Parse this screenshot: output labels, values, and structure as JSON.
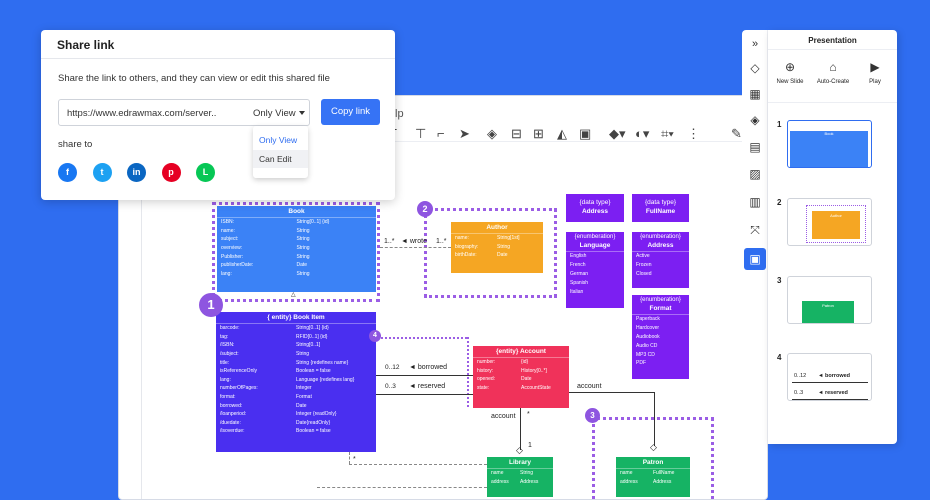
{
  "share": {
    "title": "Share link",
    "description": "Share the link to others, and they can view or edit this shared file",
    "url": "https://www.edrawmax.com/server..",
    "mode": "Only View",
    "copy_label": "Copy link",
    "share_to_label": "share to",
    "options": [
      "Only View",
      "Can Edit"
    ],
    "socials": [
      {
        "name": "facebook",
        "glyph": "f",
        "color": "#1877f2"
      },
      {
        "name": "twitter",
        "glyph": "t",
        "color": "#1da1f2"
      },
      {
        "name": "linkedin",
        "glyph": "in",
        "color": "#0a66c2"
      },
      {
        "name": "pinterest",
        "glyph": "p",
        "color": "#e60023"
      },
      {
        "name": "line",
        "glyph": "L",
        "color": "#06c755"
      }
    ]
  },
  "editor": {
    "menu_fragment": "lp"
  },
  "diagram": {
    "book": {
      "title": "Book",
      "rows": [
        [
          "ISBN:",
          "String[0..1] {id}"
        ],
        [
          "name:",
          "String"
        ],
        [
          "subject:",
          "String"
        ],
        [
          "overview:",
          "String"
        ],
        [
          "Publisher:",
          "String"
        ],
        [
          "publisherDate:",
          "Date"
        ],
        [
          "lang:",
          "String"
        ]
      ]
    },
    "author": {
      "title": "Author",
      "rows": [
        [
          "name:",
          "String[1st]"
        ],
        [
          "biography:",
          "String"
        ],
        [
          "birthDate:",
          "Date"
        ]
      ]
    },
    "address_type": {
      "line1": "{data type}",
      "line2": "Address"
    },
    "fullname_type": {
      "line1": "{data type}",
      "line2": "FullName"
    },
    "language": {
      "line1": "{enumberation}",
      "line2": "Language",
      "rows": [
        "English",
        "French",
        "German",
        "Spanish",
        "Italian"
      ]
    },
    "address_enum": {
      "line1": "{enumberation}",
      "line2": "Address",
      "rows": [
        "Active",
        "Frozen",
        "Closed"
      ]
    },
    "format": {
      "line1": "{enumberation}",
      "line2": "Format",
      "rows": [
        "Paperback",
        "Hardcover",
        "Audiobook",
        "Audio CD",
        "MP3 CD",
        "PDF"
      ]
    },
    "book_item": {
      "title": "{ entity} Book Item",
      "rows": [
        [
          "barcode:",
          "String[0..1] {id}"
        ],
        [
          "tag:",
          "RFID[0..1] {id}"
        ],
        [
          "/ISBN:",
          "String[0..1]"
        ],
        [
          "/subject:",
          "String"
        ],
        [
          "title:",
          "String {redefines name}"
        ],
        [
          "isReferenceOnly",
          "Boolean = false"
        ],
        [
          "lang:",
          "Language {redefines lang}"
        ],
        [
          "numberOfPages:",
          "Integer"
        ],
        [
          "format:",
          "Format"
        ],
        [
          "borrowed:",
          "Date"
        ],
        [
          "/loanperiod:",
          "Integer {readOnly}"
        ],
        [
          "/duedate:",
          "Date{readOnly}"
        ],
        [
          "/isoverdue:",
          "Boolean = false"
        ]
      ]
    },
    "account": {
      "title": "{entity} Account",
      "rows": [
        [
          "number:",
          "{id}"
        ],
        [
          "history:",
          "History[0..*]"
        ],
        [
          "opened:",
          "Date"
        ],
        [
          "state:",
          "AccountState"
        ]
      ]
    },
    "library": {
      "title": "Library",
      "rows": [
        [
          "name",
          "String"
        ],
        [
          "address",
          "Address"
        ]
      ]
    },
    "patron": {
      "title": "Patron",
      "rows": [
        [
          "name",
          "FullName"
        ],
        [
          "address",
          "Address"
        ]
      ]
    },
    "labels": {
      "wrote": "◄ wrote",
      "mult1": "1..*",
      "mult2": "1..*",
      "borrowed": "◄ borrowed",
      "reserved": "◄ reserved",
      "m012": "0..12",
      "m03": "0..3",
      "account1": "account",
      "account2": "account",
      "one": "1",
      "star1": "*",
      "star2": "*"
    },
    "badges": [
      "1",
      "2",
      "3",
      "4"
    ]
  },
  "presentation": {
    "title": "Presentation",
    "actions": [
      {
        "icon": "⊕",
        "label": "New Slide"
      },
      {
        "icon": "⌂",
        "label": "Auto-Create"
      },
      {
        "icon": "▶",
        "label": "Play"
      }
    ],
    "slides": [
      {
        "num": "1",
        "caption": "Book"
      },
      {
        "num": "2",
        "caption": "Author"
      },
      {
        "num": "3",
        "caption": "Patron"
      },
      {
        "num": "4",
        "borrowed": "◄ borrowed",
        "reserved": "◄ reserved",
        "m1": "0..12",
        "m2": "0..3"
      }
    ]
  },
  "colors": {
    "background": "#2f6df0",
    "blue_entity": "#3b82f6",
    "orange_entity": "#f5a623",
    "purple_entity": "#7c1ff2",
    "indigo_entity": "#4a2ff0",
    "red_entity": "#f0325a",
    "green_entity": "#16b364",
    "selection": "#9b5de5"
  }
}
